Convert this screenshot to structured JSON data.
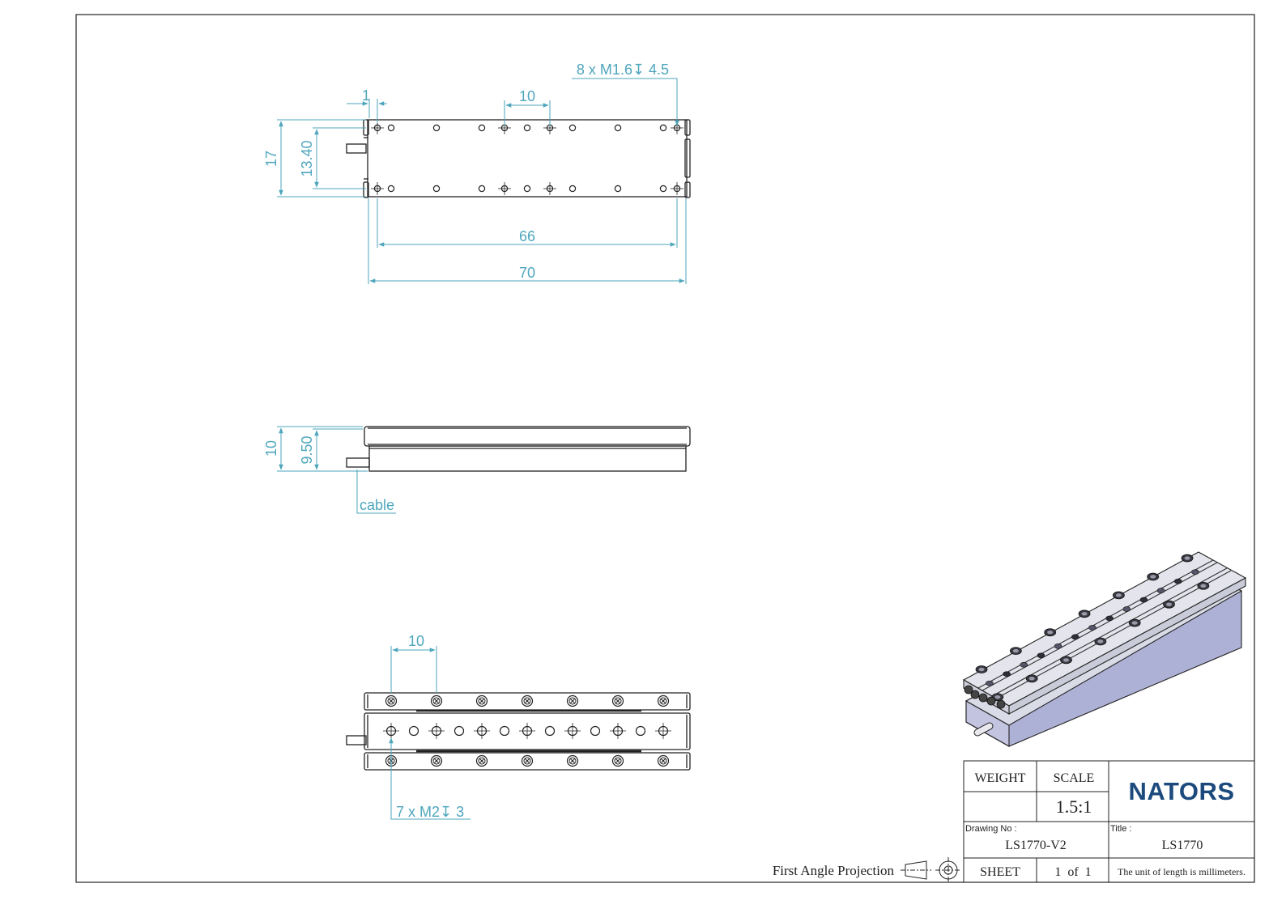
{
  "dimensions": {
    "top": {
      "thread_note": "8 x M1.6↧ 4.5",
      "offset": "1",
      "pitch": "10",
      "height": "17",
      "hole_span_v": "13.40",
      "hole_span_h": "66",
      "length": "70"
    },
    "side": {
      "height": "10",
      "body_height": "9.50",
      "cable_label": "cable"
    },
    "bottom": {
      "pitch": "10",
      "thread_note": "7 x M2↧ 3"
    }
  },
  "projection": {
    "label": "First Angle Projection",
    "symbol": "first-angle-projection-icon"
  },
  "title_block": {
    "weight_label": "WEIGHT",
    "weight_value": "",
    "scale_label": "SCALE",
    "scale_value": "1.5:1",
    "company": "NATORS",
    "drawing_no_label": "Drawing No :",
    "drawing_no_value": "LS1770-V2",
    "title_label": "Title :",
    "title_value": "LS1770",
    "sheet_label": "SHEET",
    "sheet_value": "1  of  1",
    "units_note": "The unit of length is millimeters."
  },
  "colors": {
    "dimension": "#4ea6bd",
    "line": "#222222",
    "logo": "#1c4a7c",
    "iso_top": "#d9dbe6",
    "iso_side": "#aeb1d6"
  }
}
